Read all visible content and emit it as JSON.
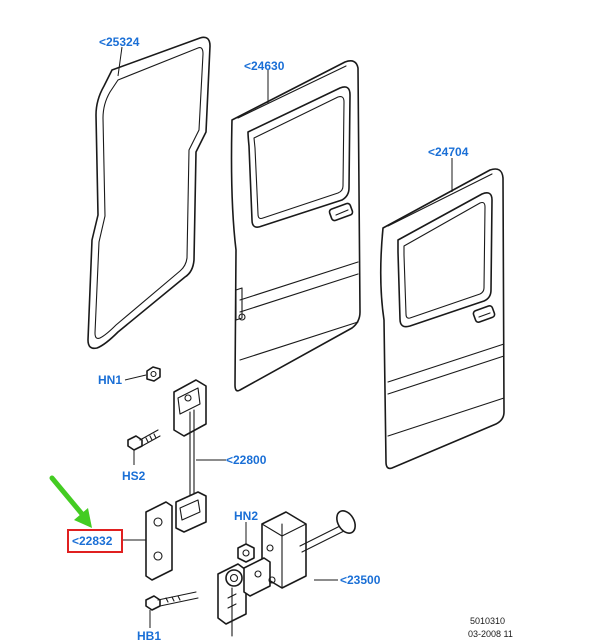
{
  "callouts": {
    "p25324": "<25324",
    "p24630": "<24630",
    "p24704": "<24704",
    "hn1": "HN1",
    "p22800": "<22800",
    "hs2": "HS2",
    "hn2": "HN2",
    "p22832": "<22832",
    "p23500": "<23500",
    "hb1": "HB1"
  },
  "footer": {
    "code": "5010310",
    "date": "03-2008 11"
  },
  "colors": {
    "callout_text": "#1a6fd6",
    "highlight_box": "#e02020",
    "arrow": "#44cc22"
  }
}
